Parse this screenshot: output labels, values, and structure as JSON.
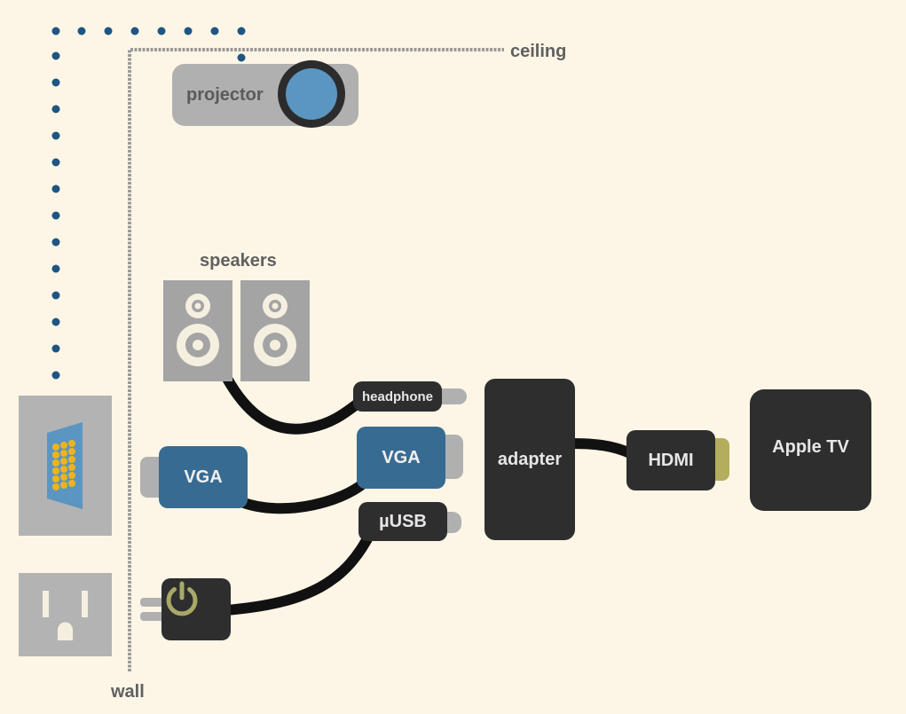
{
  "labels": {
    "ceiling": "ceiling",
    "wall": "wall",
    "projector": "projector",
    "speakers": "speakers",
    "headphone": "headphone",
    "vga_left": "VGA",
    "vga_right": "VGA",
    "usb": "µUSB",
    "adapter": "adapter",
    "hdmi": "HDMI",
    "apple_tv": "Apple TV"
  },
  "icons": {
    "power": "power-icon",
    "vga_port": "vga-port-icon",
    "outlet": "electrical-outlet-icon",
    "speaker": "speaker-icon",
    "lens": "projector-lens-icon"
  },
  "colors": {
    "background": "#fdf6e6",
    "device_dark": "#2e2e2e",
    "vga_blue": "#386b92",
    "plug_grey": "#b0b0b0",
    "hdmi_tip": "#b3ad5c",
    "power_green": "#a8a868",
    "dotted_line": "#1f5582",
    "cable": "#111111"
  }
}
